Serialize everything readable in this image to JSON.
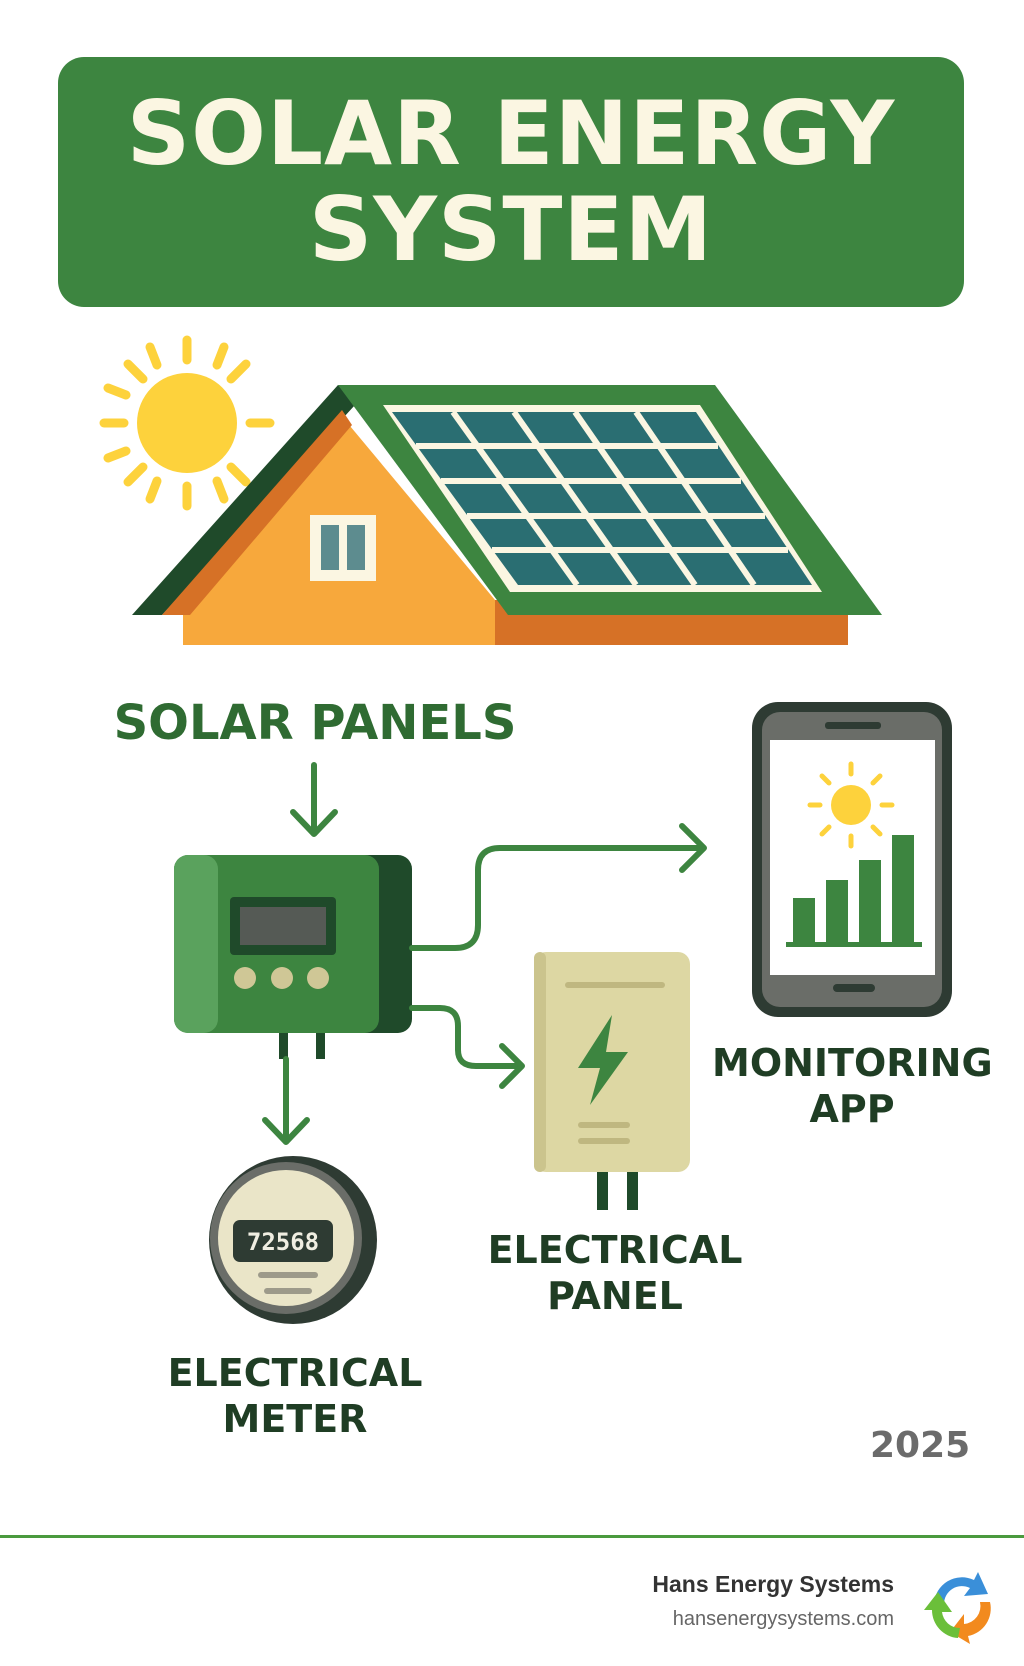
{
  "title": {
    "line1": "SOLAR ENERGY",
    "line2": "SYSTEM"
  },
  "labels": {
    "solar_panels": "SOLAR PANELS",
    "monitoring_app_line1": "MONITORING",
    "monitoring_app_line2": "APP",
    "electrical_panel_line1": "ELECTRICAL",
    "electrical_panel_line2": "PANEL",
    "electrical_meter_line1": "ELECTRICAL",
    "electrical_meter_line2": "METER"
  },
  "meter_reading": "72568",
  "year": "2025",
  "footer": {
    "company": "Hans Energy Systems",
    "url": "hansenergysystems.com"
  },
  "colors": {
    "brand_green": "#3d8540",
    "dark_green": "#1f4a2a",
    "sun_yellow": "#fdd23c",
    "house_orange": "#f7a83c",
    "panel_blue": "#2a6e72"
  },
  "icons": [
    "sun-icon",
    "house-icon",
    "solar-panel-icon",
    "inverter-icon",
    "smartphone-icon",
    "bar-chart-icon",
    "lightning-bolt-icon",
    "electric-meter-icon",
    "recycle-logo-icon"
  ]
}
